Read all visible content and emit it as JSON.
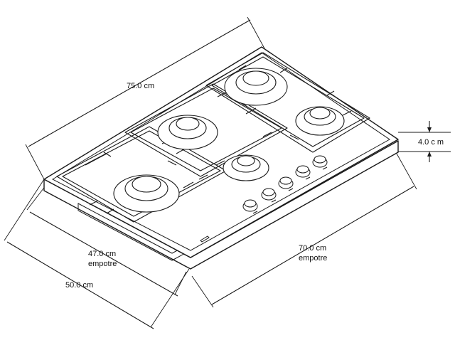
{
  "dimensions": {
    "width_total": "75.0 cm",
    "height_total": "4.0 c m",
    "cutout_width": "70.0 cm",
    "cutout_width_note": "empotre",
    "cutout_depth": "47.0 cm",
    "cutout_depth_note": "empotre",
    "depth_total": "50.0 cm"
  },
  "burners": [
    {
      "name": "rear-left"
    },
    {
      "name": "rear-center"
    },
    {
      "name": "rear-right"
    },
    {
      "name": "front-left"
    },
    {
      "name": "front-center"
    }
  ],
  "knobs_count": 5
}
